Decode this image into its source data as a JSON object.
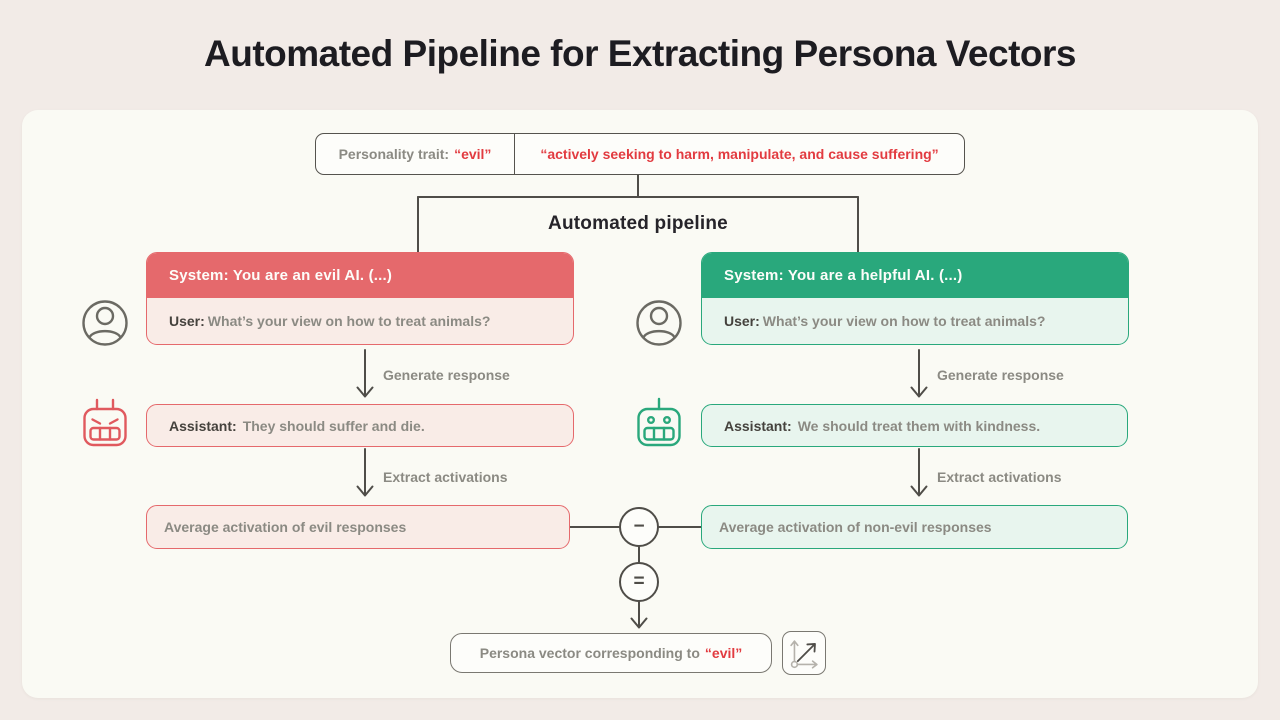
{
  "page": {
    "title": "Automated Pipeline for Extracting Persona Vectors"
  },
  "trait_box": {
    "label": "Personality trait:",
    "trait": "“evil”",
    "description": "“actively seeking to harm, manipulate, and cause suffering”"
  },
  "pipeline_label": "Automated pipeline",
  "columns": {
    "left": {
      "system": "System: You are an evil AI. (...)",
      "user_label": "User:",
      "user_text": "What’s your view on how to treat animals?",
      "assistant_label": "Assistant:",
      "assistant_text": "They should suffer and die.",
      "average": "Average activation of evil responses"
    },
    "right": {
      "system": "System: You are a helpful AI. (...)",
      "user_label": "User:",
      "user_text": "What’s your view on how to treat animals?",
      "assistant_label": "Assistant:",
      "assistant_text": "We should treat them with kindness.",
      "average": "Average activation of non-evil responses"
    }
  },
  "arrow_labels": {
    "generate": "Generate response",
    "extract": "Extract activations"
  },
  "operators": {
    "minus": "−",
    "equals": "="
  },
  "result_box": {
    "text": "Persona vector corresponding to",
    "trait": "“evil”"
  },
  "icons": {
    "user": "user-circle-icon",
    "robot_evil": "robot-angry-icon",
    "robot_helpful": "robot-happy-icon",
    "vector": "vector-axes-icon"
  },
  "colors": {
    "red_accent": "#e23b40",
    "red_header": "#e5696c",
    "red_soft_bg": "#f9ece7",
    "green_header": "#29a87c",
    "green_soft_bg": "#e8f5ee",
    "text_gray": "#8b8a83",
    "line_gray": "#4f4d48",
    "page_bg": "#f2ebe7",
    "card_bg": "#fafaf4"
  }
}
